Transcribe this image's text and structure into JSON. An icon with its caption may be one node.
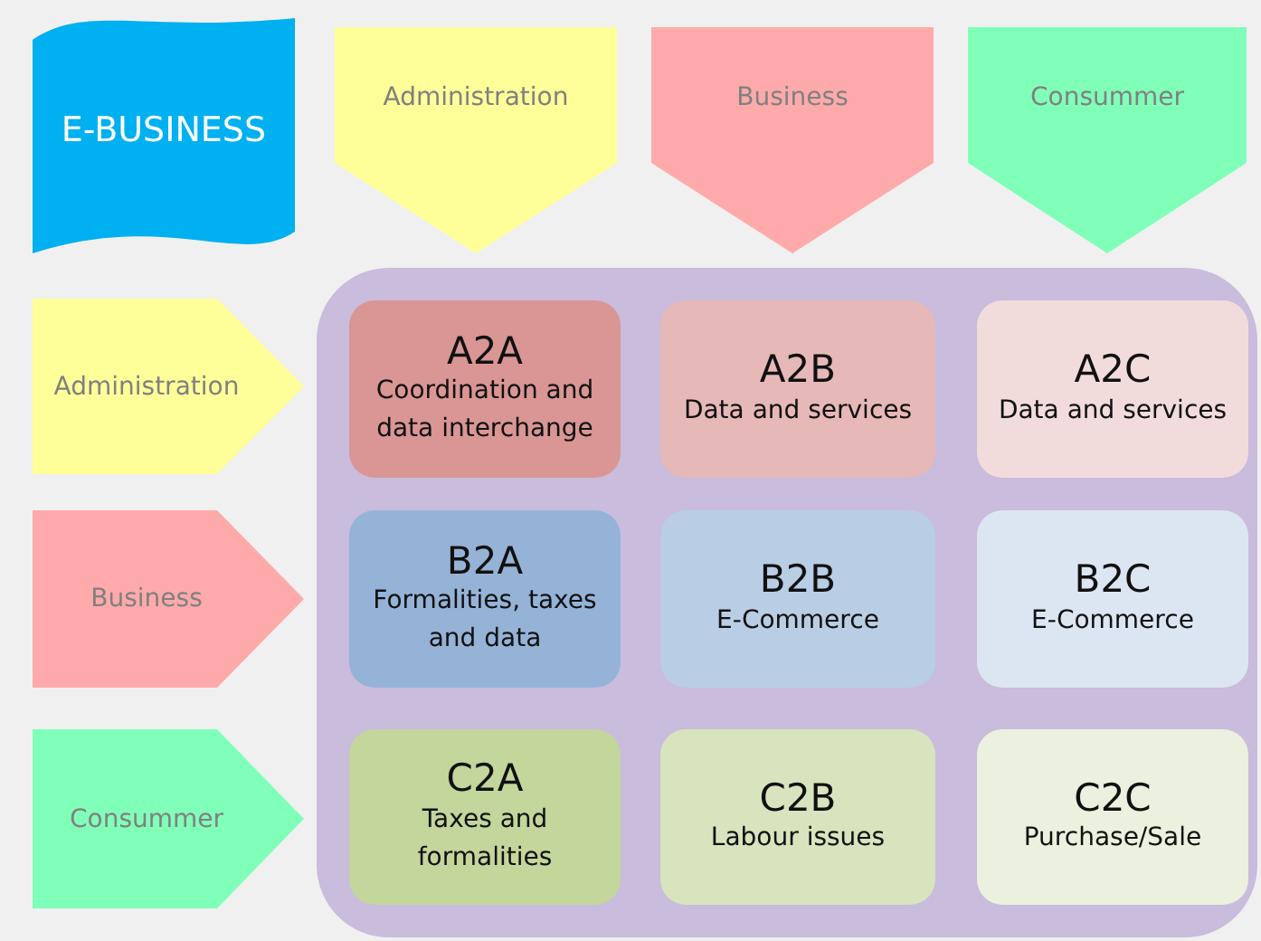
{
  "diagram": {
    "nodes": [
      {
        "text": [
          "E-BUSINESS"
        ]
      },
      {
        "text": [
          "Administration"
        ]
      },
      {
        "text": [
          "Business"
        ]
      },
      {
        "text": [
          "Consummer"
        ]
      },
      {
        "text": [],
        "shape": "box"
      },
      {
        "text": [
          "Administration"
        ]
      },
      {
        "text": [
          "A2A",
          "Coordination and data interchange"
        ],
        "in": 4
      },
      {
        "text": [
          "A2B",
          "Data and services"
        ],
        "in": 4
      },
      {
        "text": [
          "A2C",
          "Data and services"
        ],
        "in": 4
      },
      {
        "text": [
          "Business"
        ]
      },
      {
        "text": [
          "B2A",
          "Formalities, taxes and data"
        ],
        "in": 4
      },
      {
        "text": [
          "B2B",
          "E-Commerce"
        ],
        "in": 4
      },
      {
        "text": [
          "B2C",
          "E-Commerce"
        ],
        "in": 4
      },
      {
        "text": [
          "Consummer"
        ]
      },
      {
        "text": [
          "C2A",
          "Taxes and formalities"
        ],
        "in": 4
      },
      {
        "text": [
          "C2B",
          "Labour issues"
        ],
        "in": 4
      },
      {
        "text": [
          "C2C",
          "Purchase/Sale"
        ],
        "in": 4
      }
    ]
  }
}
